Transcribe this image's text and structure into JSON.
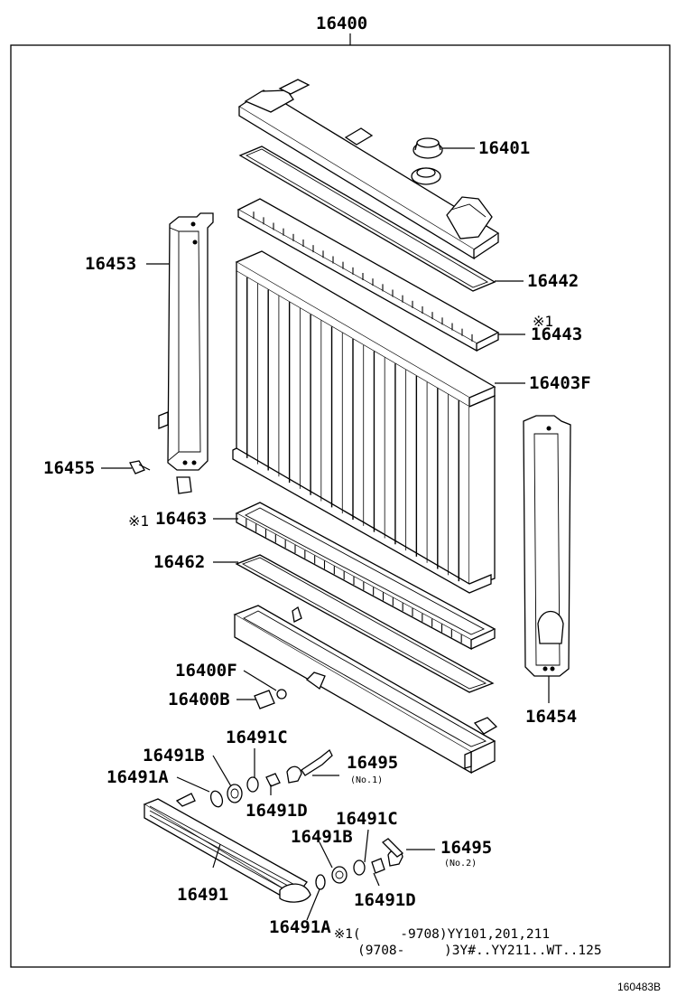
{
  "diagram": {
    "assembly_no": "16400",
    "labels": {
      "p16401": "16401",
      "p16442": "16442",
      "p16443_mark": "※1",
      "p16443": "16443",
      "p16403F": "16403F",
      "p16453": "16453",
      "p16455": "16455",
      "p16463_mark": "※1",
      "p16463": "16463",
      "p16462": "16462",
      "p16454": "16454",
      "p16400F": "16400F",
      "p16400B": "16400B",
      "p16491C_1": "16491C",
      "p16491B_1": "16491B",
      "p16495_1": "16495",
      "p16495_1_sub": "(No.1)",
      "p16491A_1": "16491A",
      "p16491D_1": "16491D",
      "p16491C_2": "16491C",
      "p16491B_2": "16491B",
      "p16495_2": "16495",
      "p16495_2_sub": "(No.2)",
      "p16491": "16491",
      "p16491D_2": "16491D",
      "p16491A_2": "16491A"
    },
    "note_line1": "※1(     -9708)YY101,201,211",
    "note_line2": "(9708-     )3Y#..YY211..WT..125",
    "ref_code": "160483B"
  }
}
